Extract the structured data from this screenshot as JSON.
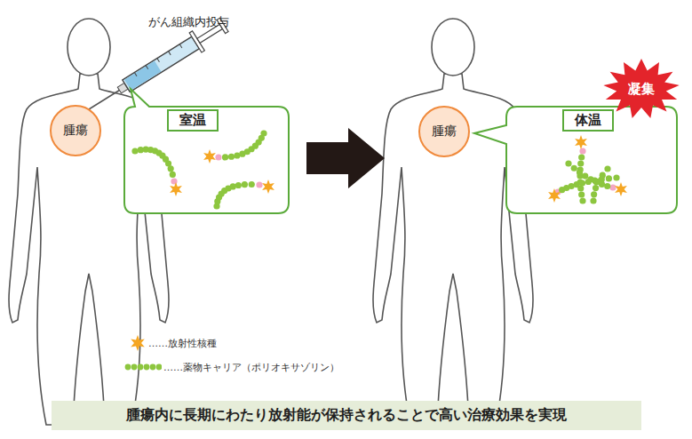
{
  "diagram": {
    "nodes": [
      {
        "text": [
          "腫瘍"
        ]
      },
      {
        "text": [
          "室温"
        ]
      },
      {
        "text": [
          "腫瘍"
        ]
      },
      {
        "text": [
          "体温"
        ]
      },
      {
        "text": [
          "凝集"
        ]
      },
      {
        "text": [
          "腫瘍内に長期にわたり放射能が保持されることで高い治療効果を実現"
        ]
      }
    ],
    "labels": [
      "がん組織内投与"
    ],
    "legend": [
      {
        "text": "……放射性核種"
      },
      {
        "text": "……薬物キャリア（ポリオキサゾリン）"
      }
    ]
  }
}
